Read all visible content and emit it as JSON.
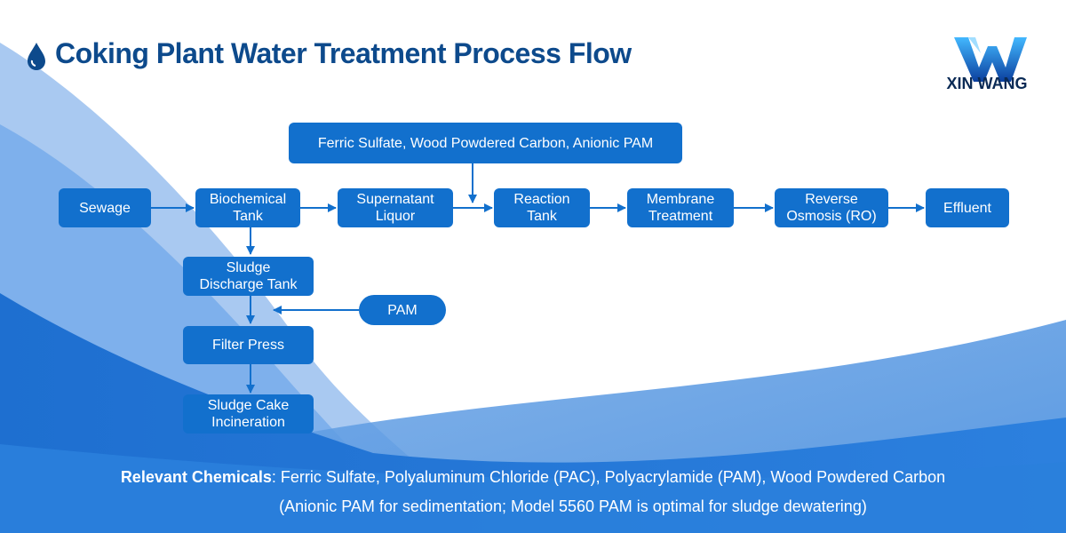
{
  "title": "Coking Plant Water Treatment Process Flow",
  "logo": {
    "text": "XIN WANG",
    "icon": "w-logo-icon"
  },
  "nodes": {
    "chemicals_top": "Ferric Sulfate, Wood Powdered Carbon, Anionic PAM",
    "sewage": "Sewage",
    "biochemical_tank": "Biochemical\nTank",
    "supernatant_liquor": "Supernatant\nLiquor",
    "reaction_tank": "Reaction\nTank",
    "membrane_treatment": "Membrane\nTreatment",
    "reverse_osmosis": "Reverse\nOsmosis (RO)",
    "effluent": "Effluent",
    "sludge_discharge_tank": "Sludge\nDischarge Tank",
    "pam": "PAM",
    "filter_press": "Filter Press",
    "sludge_cake_incineration": "Sludge Cake\nIncineration"
  },
  "footer": {
    "label": "Relevant Chemicals",
    "chemicals": ": Ferric Sulfate, Polyaluminum Chloride (PAC), Polyacrylamide (PAM), Wood Powdered Carbon",
    "note": "(Anionic PAM for sedimentation; Model 5560 PAM is optimal for sludge dewatering)"
  },
  "colors": {
    "box": "#1270cd",
    "arrow": "#1270cd",
    "title": "#0d4a8c"
  }
}
